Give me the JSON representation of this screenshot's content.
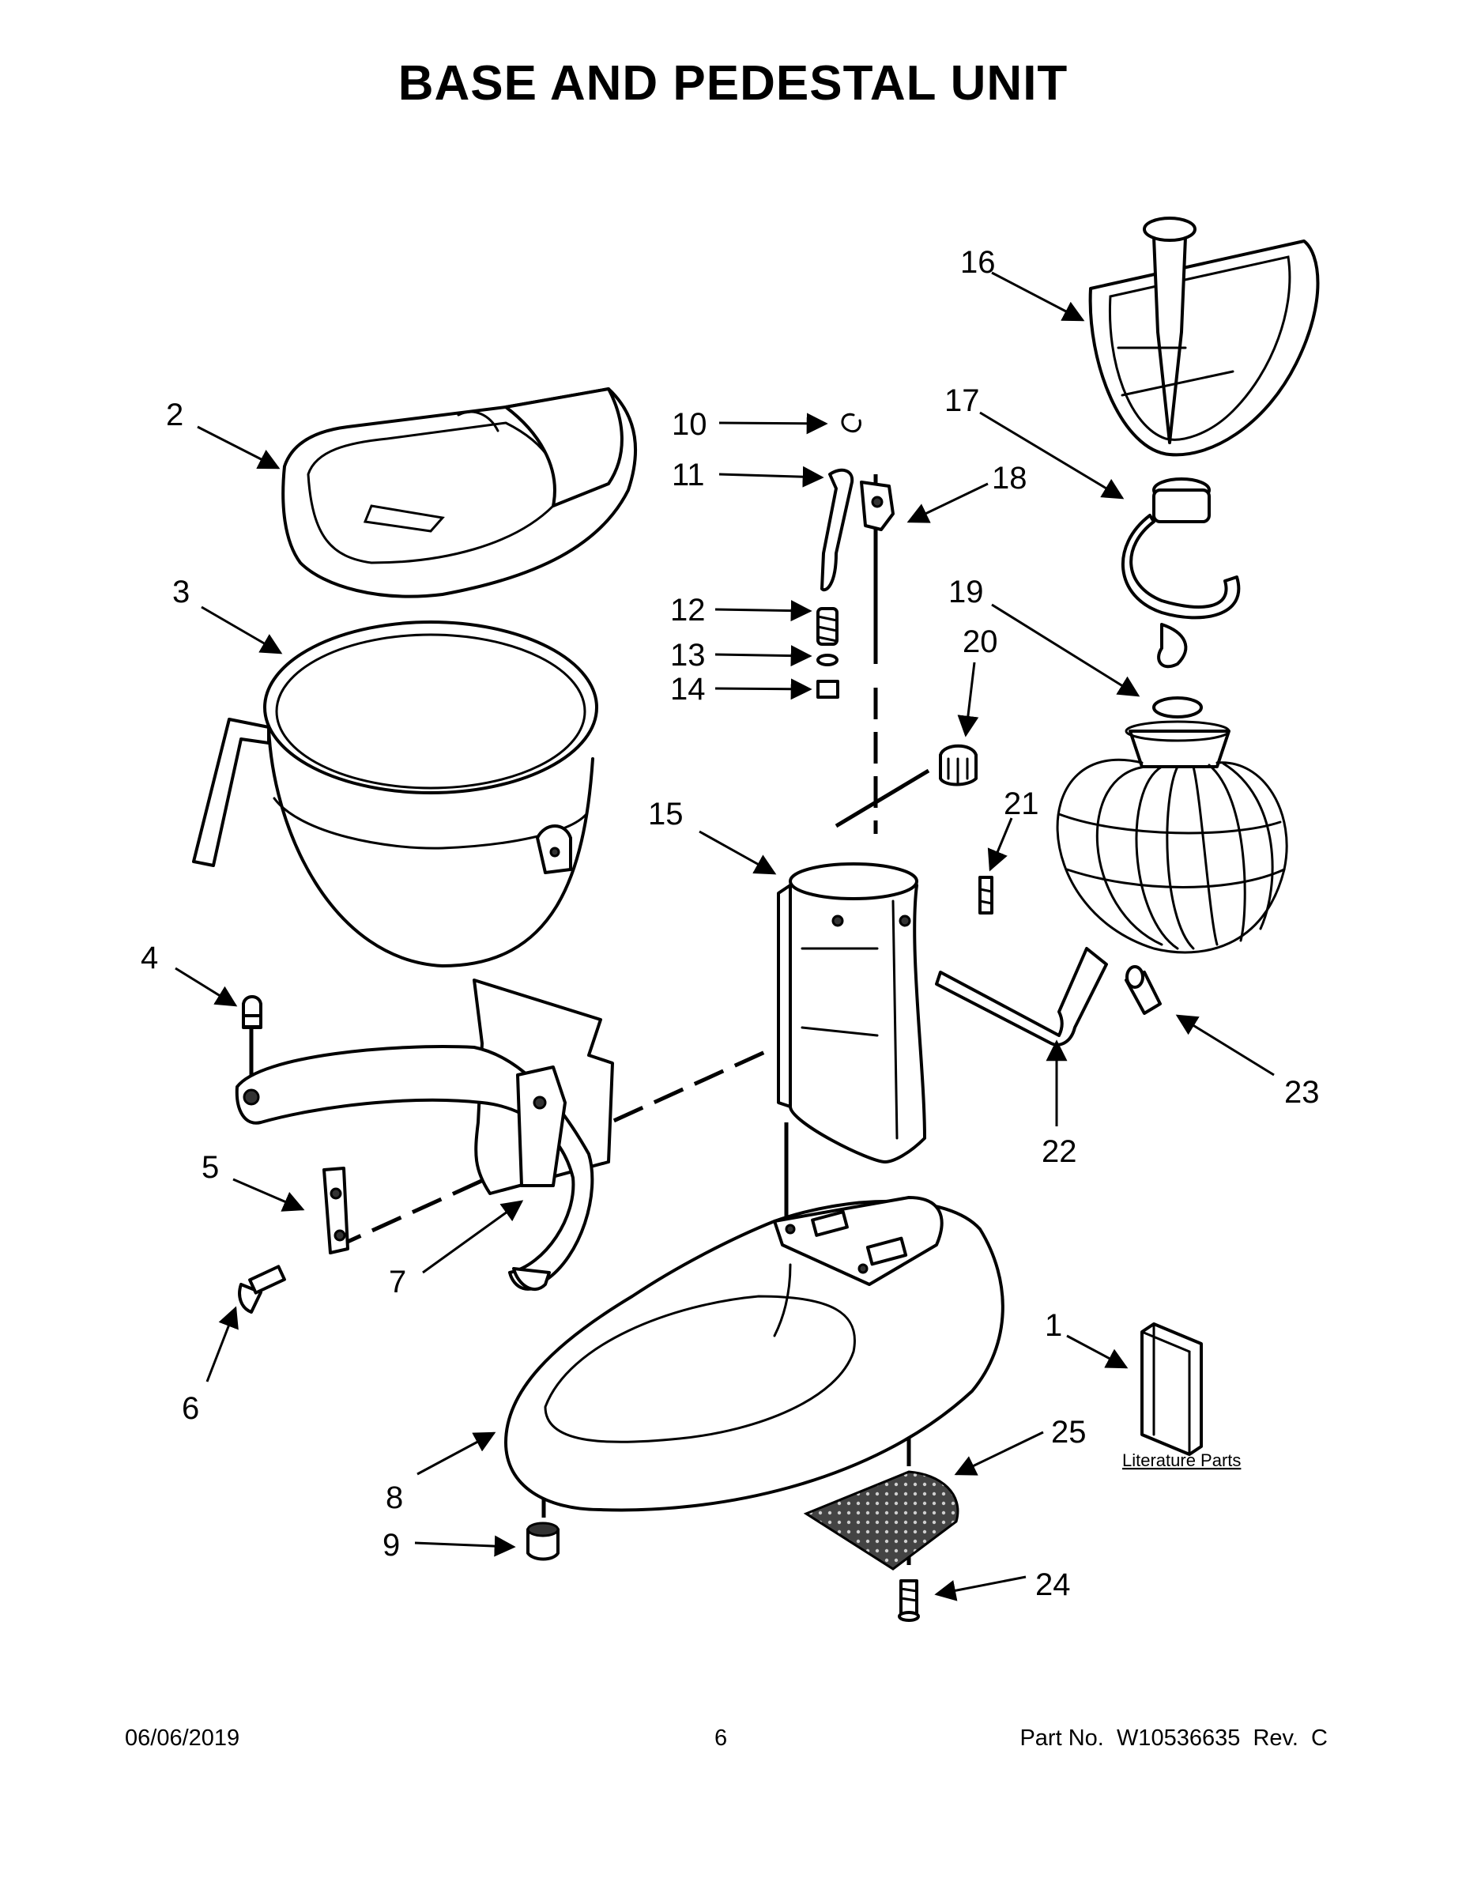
{
  "title": "BASE AND PEDESTAL UNIT",
  "callouts": {
    "c1": "1",
    "c2": "2",
    "c3": "3",
    "c4": "4",
    "c5": "5",
    "c6": "6",
    "c7": "7",
    "c8": "8",
    "c9": "9",
    "c10": "10",
    "c11": "11",
    "c12": "12",
    "c13": "13",
    "c14": "14",
    "c15": "15",
    "c16": "16",
    "c17": "17",
    "c18": "18",
    "c19": "19",
    "c20": "20",
    "c21": "21",
    "c22": "22",
    "c23": "23",
    "c24": "24",
    "c25": "25"
  },
  "literature_label": "Literature Parts",
  "footer": {
    "date": "06/06/2019",
    "page": "6",
    "part_number": "Part No.  W10536635  Rev.  C"
  }
}
